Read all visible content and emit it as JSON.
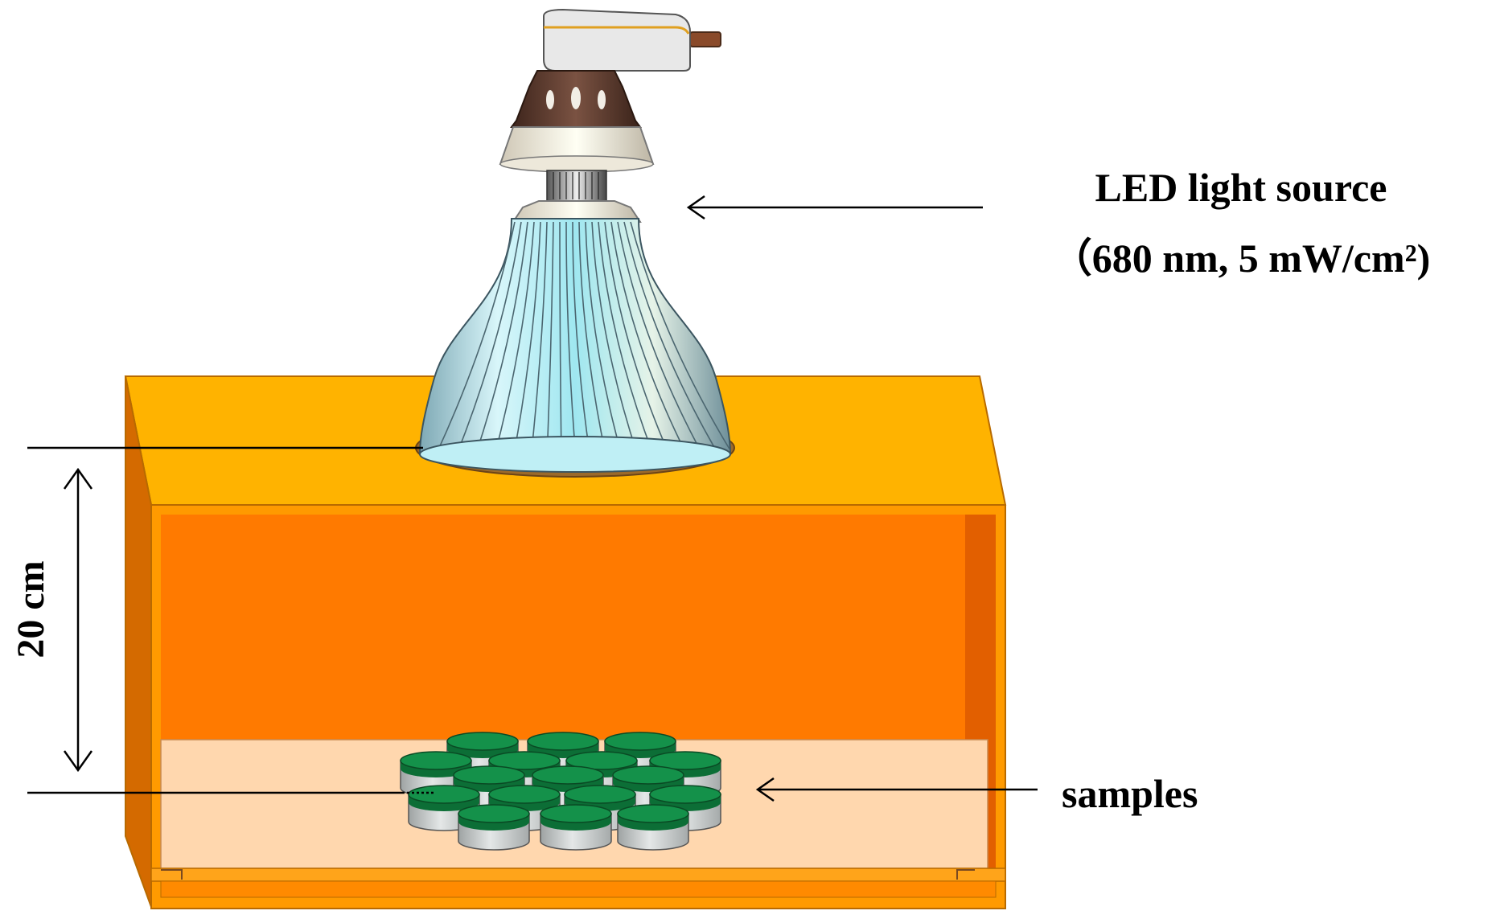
{
  "labels": {
    "led_title": "LED light source",
    "led_spec": "（680 nm, 5 mW/cm²)",
    "distance": "20 cm",
    "samples": "samples"
  },
  "colors": {
    "box_top": "#FFB300",
    "box_front_frame": "#FF9A00",
    "box_inner_back": "#FF7A00",
    "box_inner_side": "#E25F00",
    "box_floor": "#FFD7AE",
    "lamp_reflector": "#BFEFF5",
    "lamp_cap_brown": "#5C3A2E",
    "sample_cap": "#14914A",
    "sample_body": "#C8CCCC"
  }
}
